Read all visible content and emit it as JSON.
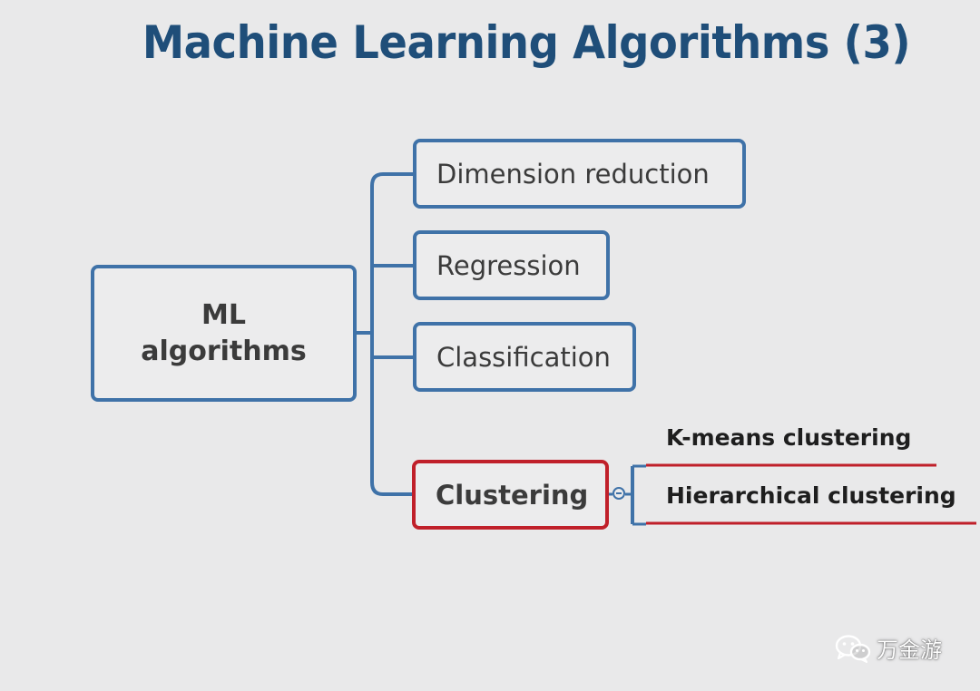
{
  "title": "Machine Learning Algorithms (3)",
  "root": {
    "label": "ML algorithms"
  },
  "branches": [
    {
      "label": "Dimension reduction"
    },
    {
      "label": "Regression"
    },
    {
      "label": "Classification"
    },
    {
      "label": "Clustering",
      "highlighted": true
    }
  ],
  "clustering_children": [
    {
      "label": "K-means clustering"
    },
    {
      "label": "Hierarchical clustering"
    }
  ],
  "watermark": {
    "text": "万金游",
    "icon": "wechat-icon"
  },
  "colors": {
    "title": "#1f4e79",
    "node_border": "#3f72a8",
    "highlight": "#c0202a",
    "background": "#e9e9ea"
  }
}
